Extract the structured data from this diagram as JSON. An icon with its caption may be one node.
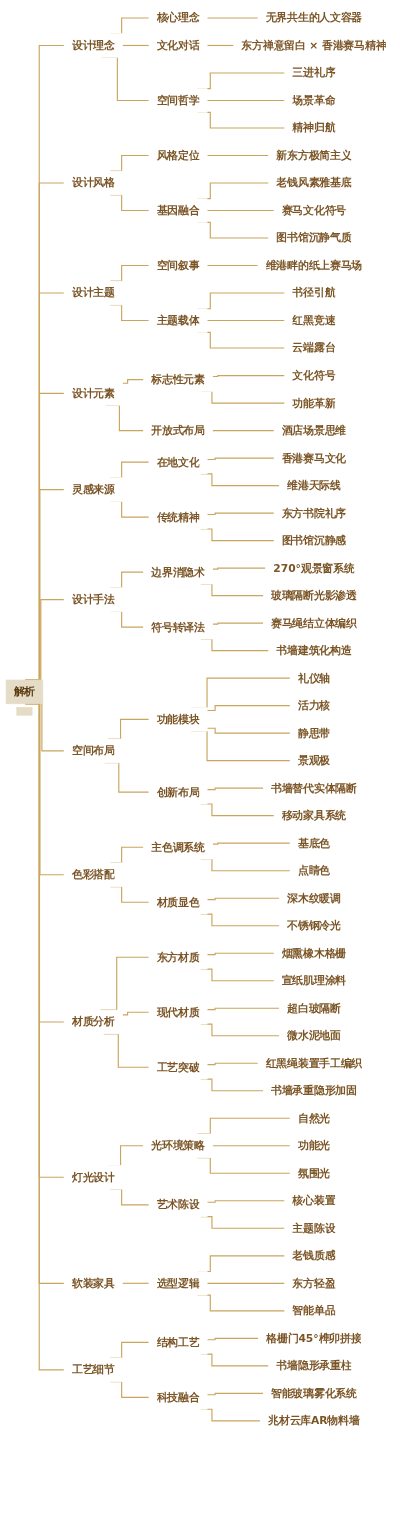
{
  "diagram": {
    "nodes": [
      {
        "text": [
          "解析"
        ]
      },
      {
        "text": [],
        "shape": "box"
      },
      {
        "text": [
          "设计理念"
        ]
      },
      {
        "text": [
          "核心理念"
        ]
      },
      {
        "text": [
          "无界共生的人文容器"
        ]
      },
      {
        "text": [
          "文化对话"
        ]
      },
      {
        "text": [
          "东方禅意留白 × 香港赛马精神"
        ]
      },
      {
        "text": [
          "空间哲学"
        ]
      },
      {
        "text": [
          "三进礼序"
        ]
      },
      {
        "text": [
          "场景革命"
        ]
      },
      {
        "text": [
          "精神归航"
        ]
      },
      {
        "text": [
          "设计风格"
        ]
      },
      {
        "text": [
          "风格定位"
        ]
      },
      {
        "text": [
          "新东方极简主义"
        ]
      },
      {
        "text": [
          "基因融合"
        ]
      },
      {
        "text": [
          "老钱风素雅基底"
        ]
      },
      {
        "text": [
          "赛马文化符号"
        ]
      },
      {
        "text": [
          "图书馆沉静气质"
        ]
      },
      {
        "text": [
          "设计主题"
        ]
      },
      {
        "text": [
          "空间叙事"
        ]
      },
      {
        "text": [
          "维港畔的纸上赛马场"
        ]
      },
      {
        "text": [
          "主题载体"
        ]
      },
      {
        "text": [
          "书径引航"
        ]
      },
      {
        "text": [
          "红黑竞速"
        ]
      },
      {
        "text": [
          "云端露台"
        ]
      },
      {
        "text": [
          "设计元素"
        ]
      },
      {
        "text": [
          "标志性元素"
        ]
      },
      {
        "text": [
          "文化符号"
        ]
      },
      {
        "text": [
          "功能革新"
        ]
      },
      {
        "text": [
          "开放式布局"
        ]
      },
      {
        "text": [
          "酒店场景思维"
        ]
      },
      {
        "text": [
          "灵感来源"
        ]
      },
      {
        "text": [
          "在地文化"
        ]
      },
      {
        "text": [
          "香港赛马文化"
        ]
      },
      {
        "text": [
          "维港天际线"
        ]
      },
      {
        "text": [
          "传统精神"
        ]
      },
      {
        "text": [
          "东方书院礼序"
        ]
      },
      {
        "text": [
          "图书馆沉静感"
        ]
      },
      {
        "text": [
          "设计手法"
        ]
      },
      {
        "text": [
          "边界消隐术"
        ]
      },
      {
        "text": [
          "270°观景窗系统"
        ]
      },
      {
        "text": [
          "玻璃隔断光影渗透"
        ]
      },
      {
        "text": [
          "符号转译法"
        ]
      },
      {
        "text": [
          "赛马绳结立体编织"
        ]
      },
      {
        "text": [
          "书墙建筑化构造"
        ]
      },
      {
        "text": [
          "空间布局"
        ]
      },
      {
        "text": [
          "功能模块"
        ]
      },
      {
        "text": [
          "礼仪轴"
        ]
      },
      {
        "text": [
          "活力核"
        ]
      },
      {
        "text": [
          "静思带"
        ]
      },
      {
        "text": [
          "景观极"
        ]
      },
      {
        "text": [
          "创新布局"
        ]
      },
      {
        "text": [
          "书墙替代实体隔断"
        ]
      },
      {
        "text": [
          "移动家具系统"
        ]
      },
      {
        "text": [
          "色彩搭配"
        ]
      },
      {
        "text": [
          "主色调系统"
        ]
      },
      {
        "text": [
          "基底色"
        ]
      },
      {
        "text": [
          "点睛色"
        ]
      },
      {
        "text": [
          "材质显色"
        ]
      },
      {
        "text": [
          "深木纹暖调"
        ]
      },
      {
        "text": [
          "不锈钢冷光"
        ]
      },
      {
        "text": [
          "材质分析"
        ]
      },
      {
        "text": [
          "东方材质"
        ]
      },
      {
        "text": [
          "烟熏橡木格栅"
        ]
      },
      {
        "text": [
          "宣纸肌理涂料"
        ]
      },
      {
        "text": [
          "现代材质"
        ]
      },
      {
        "text": [
          "超白玻隔断"
        ]
      },
      {
        "text": [
          "微水泥地面"
        ]
      },
      {
        "text": [
          "工艺突破"
        ]
      },
      {
        "text": [
          "红黑绳装置手工编织"
        ]
      },
      {
        "text": [
          "书墙承重隐形加固"
        ]
      },
      {
        "text": [
          "灯光设计"
        ]
      },
      {
        "text": [
          "光环境策略"
        ]
      },
      {
        "text": [
          "自然光"
        ]
      },
      {
        "text": [
          "功能光"
        ]
      },
      {
        "text": [
          "氛围光"
        ]
      },
      {
        "text": [
          "艺术陈设"
        ]
      },
      {
        "text": [
          "核心装置"
        ]
      },
      {
        "text": [
          "主题陈设"
        ]
      },
      {
        "text": [
          "软装家具"
        ]
      },
      {
        "text": [
          "选型逻辑"
        ]
      },
      {
        "text": [
          "老钱质感"
        ]
      },
      {
        "text": [
          "东方轻盈"
        ]
      },
      {
        "text": [
          "智能单品"
        ]
      },
      {
        "text": [
          "工艺细节"
        ]
      },
      {
        "text": [
          "结构工艺"
        ]
      },
      {
        "text": [
          "格栅门45°榫卯拼接"
        ]
      },
      {
        "text": [
          "书墙隐形承重柱"
        ]
      },
      {
        "text": [
          "科技融合"
        ]
      },
      {
        "text": [
          "智能玻璃雾化系统"
        ]
      },
      {
        "text": [
          "兆材云库AR物料墙"
        ]
      }
    ],
    "edges": [
      {
        "from": 0,
        "to": 2,
        "arrow": "none"
      },
      {
        "from": 2,
        "to": 3,
        "arrow": "none"
      },
      {
        "from": 3,
        "to": 4,
        "arrow": "none"
      },
      {
        "from": 2,
        "to": 5,
        "arrow": "none"
      },
      {
        "from": 5,
        "to": 6,
        "arrow": "none"
      },
      {
        "from": 2,
        "to": 7,
        "arrow": "none"
      },
      {
        "from": 7,
        "to": 8,
        "arrow": "none"
      },
      {
        "from": 7,
        "to": 9,
        "arrow": "none"
      },
      {
        "from": 7,
        "to": 10,
        "arrow": "none"
      },
      {
        "from": 0,
        "to": 11,
        "arrow": "none"
      },
      {
        "from": 11,
        "to": 12,
        "arrow": "none"
      },
      {
        "from": 12,
        "to": 13,
        "arrow": "none"
      },
      {
        "from": 11,
        "to": 14,
        "arrow": "none"
      },
      {
        "from": 14,
        "to": 15,
        "arrow": "none"
      },
      {
        "from": 14,
        "to": 16,
        "arrow": "none"
      },
      {
        "from": 14,
        "to": 17,
        "arrow": "none"
      },
      {
        "from": 0,
        "to": 18,
        "arrow": "none"
      },
      {
        "from": 18,
        "to": 19,
        "arrow": "none"
      },
      {
        "from": 19,
        "to": 20,
        "arrow": "none"
      },
      {
        "from": 18,
        "to": 21,
        "arrow": "none"
      },
      {
        "from": 21,
        "to": 22,
        "arrow": "none"
      },
      {
        "from": 21,
        "to": 23,
        "arrow": "none"
      },
      {
        "from": 21,
        "to": 24,
        "arrow": "none"
      },
      {
        "from": 0,
        "to": 25,
        "arrow": "none"
      },
      {
        "from": 25,
        "to": 26,
        "arrow": "none"
      },
      {
        "from": 26,
        "to": 27,
        "arrow": "none"
      },
      {
        "from": 26,
        "to": 28,
        "arrow": "none"
      },
      {
        "from": 25,
        "to": 29,
        "arrow": "none"
      },
      {
        "from": 29,
        "to": 30,
        "arrow": "none"
      },
      {
        "from": 0,
        "to": 31,
        "arrow": "none"
      },
      {
        "from": 31,
        "to": 32,
        "arrow": "none"
      },
      {
        "from": 32,
        "to": 33,
        "arrow": "none"
      },
      {
        "from": 32,
        "to": 34,
        "arrow": "none"
      },
      {
        "from": 31,
        "to": 35,
        "arrow": "none"
      },
      {
        "from": 35,
        "to": 36,
        "arrow": "none"
      },
      {
        "from": 35,
        "to": 37,
        "arrow": "none"
      },
      {
        "from": 0,
        "to": 38,
        "arrow": "none"
      },
      {
        "from": 38,
        "to": 39,
        "arrow": "none"
      },
      {
        "from": 39,
        "to": 40,
        "arrow": "none"
      },
      {
        "from": 39,
        "to": 41,
        "arrow": "none"
      },
      {
        "from": 38,
        "to": 42,
        "arrow": "none"
      },
      {
        "from": 42,
        "to": 43,
        "arrow": "none"
      },
      {
        "from": 42,
        "to": 44,
        "arrow": "none"
      },
      {
        "from": 0,
        "to": 45,
        "arrow": "none"
      },
      {
        "from": 45,
        "to": 46,
        "arrow": "none"
      },
      {
        "from": 46,
        "to": 47,
        "arrow": "none"
      },
      {
        "from": 46,
        "to": 48,
        "arrow": "none"
      },
      {
        "from": 46,
        "to": 49,
        "arrow": "none"
      },
      {
        "from": 46,
        "to": 50,
        "arrow": "none"
      },
      {
        "from": 45,
        "to": 51,
        "arrow": "none"
      },
      {
        "from": 51,
        "to": 52,
        "arrow": "none"
      },
      {
        "from": 51,
        "to": 53,
        "arrow": "none"
      },
      {
        "from": 0,
        "to": 54,
        "arrow": "none"
      },
      {
        "from": 54,
        "to": 55,
        "arrow": "none"
      },
      {
        "from": 55,
        "to": 56,
        "arrow": "none"
      },
      {
        "from": 55,
        "to": 57,
        "arrow": "none"
      },
      {
        "from": 54,
        "to": 58,
        "arrow": "none"
      },
      {
        "from": 58,
        "to": 59,
        "arrow": "none"
      },
      {
        "from": 58,
        "to": 60,
        "arrow": "none"
      },
      {
        "from": 0,
        "to": 61,
        "arrow": "none"
      },
      {
        "from": 61,
        "to": 62,
        "arrow": "none"
      },
      {
        "from": 62,
        "to": 63,
        "arrow": "none"
      },
      {
        "from": 62,
        "to": 64,
        "arrow": "none"
      },
      {
        "from": 61,
        "to": 65,
        "arrow": "none"
      },
      {
        "from": 65,
        "to": 66,
        "arrow": "none"
      },
      {
        "from": 65,
        "to": 67,
        "arrow": "none"
      },
      {
        "from": 61,
        "to": 68,
        "arrow": "none"
      },
      {
        "from": 68,
        "to": 69,
        "arrow": "none"
      },
      {
        "from": 68,
        "to": 70,
        "arrow": "none"
      },
      {
        "from": 0,
        "to": 71,
        "arrow": "none"
      },
      {
        "from": 71,
        "to": 72,
        "arrow": "none"
      },
      {
        "from": 72,
        "to": 73,
        "arrow": "none"
      },
      {
        "from": 72,
        "to": 74,
        "arrow": "none"
      },
      {
        "from": 72,
        "to": 75,
        "arrow": "none"
      },
      {
        "from": 71,
        "to": 76,
        "arrow": "none"
      },
      {
        "from": 76,
        "to": 77,
        "arrow": "none"
      },
      {
        "from": 76,
        "to": 78,
        "arrow": "none"
      },
      {
        "from": 0,
        "to": 79,
        "arrow": "none"
      },
      {
        "from": 79,
        "to": 80,
        "arrow": "none"
      },
      {
        "from": 80,
        "to": 81,
        "arrow": "none"
      },
      {
        "from": 80,
        "to": 82,
        "arrow": "none"
      },
      {
        "from": 80,
        "to": 83,
        "arrow": "none"
      },
      {
        "from": 0,
        "to": 84,
        "arrow": "none"
      },
      {
        "from": 84,
        "to": 85,
        "arrow": "none"
      },
      {
        "from": 85,
        "to": 86,
        "arrow": "none"
      },
      {
        "from": 85,
        "to": 87,
        "arrow": "none"
      },
      {
        "from": 84,
        "to": 88,
        "arrow": "none"
      },
      {
        "from": 88,
        "to": 89,
        "arrow": "none"
      },
      {
        "from": 88,
        "to": 90,
        "arrow": "none"
      }
    ]
  }
}
